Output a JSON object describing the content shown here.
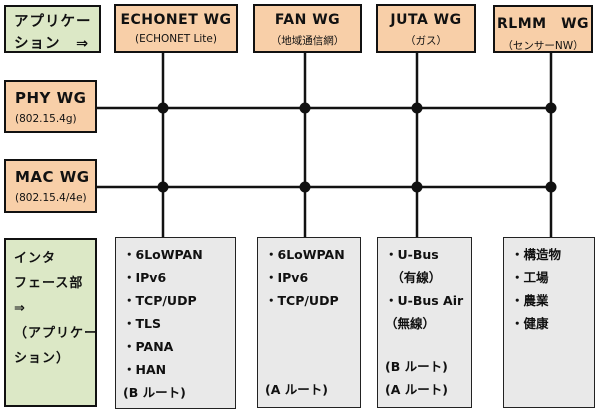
{
  "colors": {
    "box_peach": "#f8cfa8",
    "box_green": "#dce8c6",
    "box_gray": "#e9e9e9",
    "line_black": "#111111",
    "background": "#ffffff"
  },
  "left_labels": {
    "application": {
      "line1": "アプリケー",
      "line2": "ション　⇒"
    },
    "interface": {
      "line1": "インタ",
      "line2": "フェース部",
      "line3": "⇒",
      "line4": "（アプリケー",
      "line5": "ション）"
    }
  },
  "top_wgs": [
    {
      "title": "ECHONET WG",
      "subtitle": "(ECHONET Lite)"
    },
    {
      "title": "FAN WG",
      "subtitle": "（地域通信網）"
    },
    {
      "title": "JUTA WG",
      "subtitle": "（ガス）"
    },
    {
      "title": "RLMM　WG",
      "subtitle": "（センサーNW）"
    }
  ],
  "side_wgs": [
    {
      "title": "PHY WG",
      "subtitle": "(802.15.4g)"
    },
    {
      "title": "MAC WG",
      "subtitle": "(802.15.4/4e)"
    }
  ],
  "stacks": [
    {
      "items": [
        "・6LoWPAN",
        "・IPv6",
        "・TCP/UDP",
        "・TLS",
        "・PANA",
        "・HAN"
      ],
      "footers": [
        "(B ルート)"
      ]
    },
    {
      "items": [
        "・6LoWPAN",
        "・IPv6",
        "・TCP/UDP"
      ],
      "footers": [
        "(A ルート)"
      ]
    },
    {
      "items": [
        "・U-Bus",
        "　（有線）",
        "・U-Bus Air",
        "（無線）"
      ],
      "footers": [
        "(B ルート)",
        "(A ルート)"
      ]
    },
    {
      "items": [
        "・構造物",
        "・工場",
        "・農業",
        "・健康"
      ],
      "footers": []
    }
  ]
}
